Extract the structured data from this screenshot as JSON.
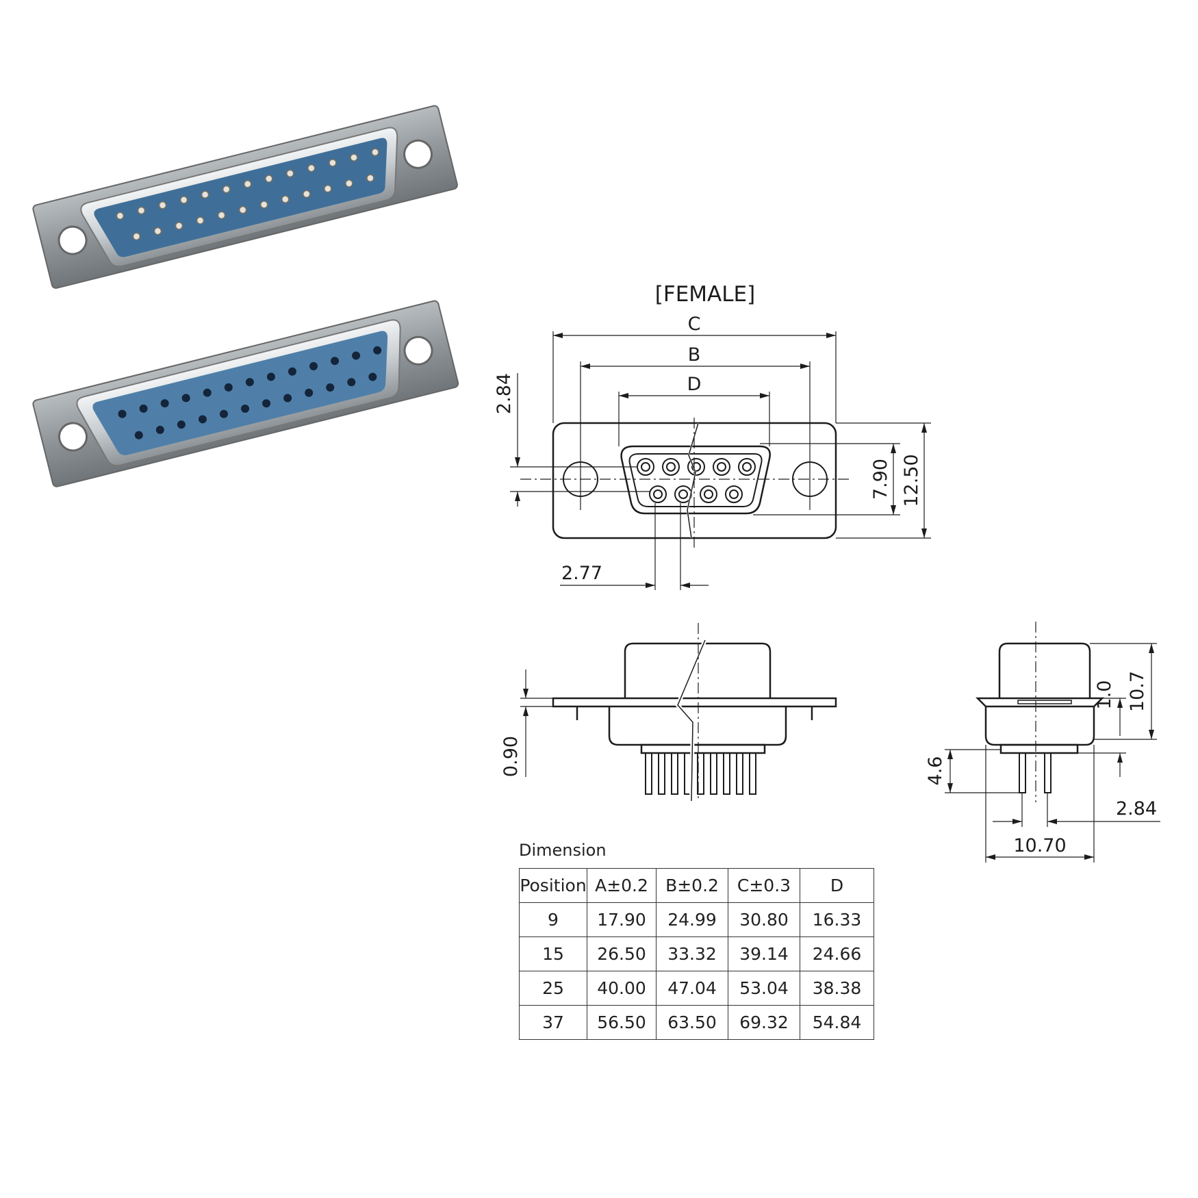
{
  "photo": {
    "male_connector": "DB25 male connector photo",
    "female_connector": "DB25 female connector photo"
  },
  "front_view": {
    "title": "[FEMALE]",
    "labels": {
      "c": "C",
      "b": "B",
      "d": "D",
      "left_offset": "2.84",
      "pin_pitch": "2.77",
      "inner_height": "7.90",
      "outer_height": "12.50"
    }
  },
  "side_view": {
    "labels": {
      "flange": "0.90"
    }
  },
  "end_view": {
    "labels": {
      "height": "10.7",
      "step": "1.0",
      "pin_length": "4.6",
      "row_pitch": "2.84",
      "width": "10.70"
    }
  },
  "table": {
    "title": "Dimension",
    "headers": [
      "Position",
      "A±0.2",
      "B±0.2",
      "C±0.3",
      "D"
    ],
    "rows": [
      [
        "9",
        "17.90",
        "24.99",
        "30.80",
        "16.33"
      ],
      [
        "15",
        "26.50",
        "33.32",
        "39.14",
        "24.66"
      ],
      [
        "25",
        "40.00",
        "47.04",
        "53.04",
        "38.38"
      ],
      [
        "37",
        "56.50",
        "63.50",
        "69.32",
        "54.84"
      ]
    ]
  },
  "colors": {
    "line": "#1c1c1c",
    "insulator": "#4f7fa8",
    "shell": "#cfd3d6",
    "flange": "#9aa0a4"
  }
}
